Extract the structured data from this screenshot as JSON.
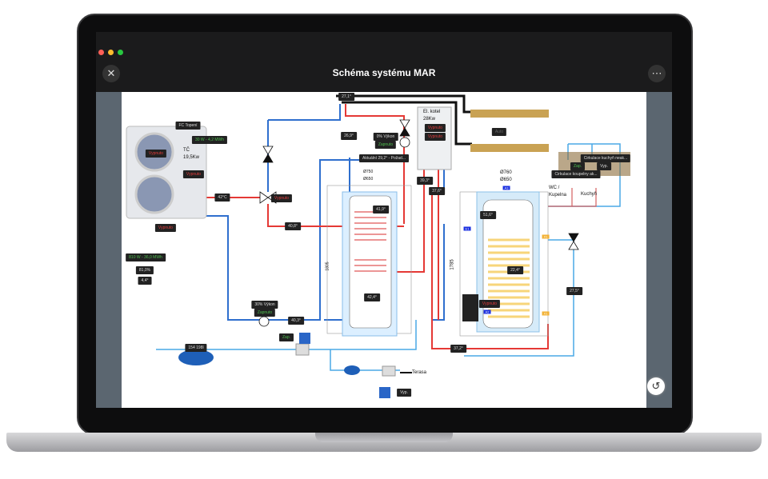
{
  "window": {
    "title": "Schéma systému MAR",
    "close_icon": "close-icon",
    "more_icon": "more-icon",
    "reset_icon": "rotate-ccw-icon"
  },
  "traffic_lights": {
    "red": "#ff5f57",
    "yellow": "#febc2e",
    "green": "#28c840"
  },
  "diagram": {
    "top_temp": "27,1°",
    "heat_pump": {
      "name": "FC Topení",
      "energy": "30 W - 4,2 MWh",
      "title": "TČ",
      "power": "19,5Kw",
      "state_1": "Vypnuto",
      "state_2": "Vypnuto",
      "state_3": "Vypnuto"
    },
    "heat_pump_stats": {
      "energy": "810 W - 36,0 MWh",
      "efficiency": "81,0%",
      "outdoor_temp": "4,4°"
    },
    "supply_temp": "42°C",
    "mix_valve_state": "Vypnuto",
    "return_temp": "40,8°",
    "temp_26": "26,9°",
    "pump_top": {
      "power": "0% Výkon",
      "state": "Zapnuto"
    },
    "setpoint": "Aktuální 29,2° - Požad...",
    "el_kotel": {
      "title": "El. kotel",
      "power": "28Kw",
      "state_1": "Vypnuto",
      "state_2": "Vypnuto"
    },
    "temp_39": "39,3°",
    "temp_37": "37,6°",
    "manifold_mode": "Auto",
    "circulation": {
      "kitchen": "Cirkulace kuchyň neak...",
      "on": "Zap.",
      "off": "Vyp.",
      "bathroom": "Cirkulace koupelny ak...",
      "wc_1": "WC /",
      "wc_2": "Kupelna",
      "kitchen_label": "Kuchyň"
    },
    "tank_left": {
      "d_outer": "Ø750",
      "d_inner": "Ø650",
      "height": "1805",
      "temp_top": "41,9°",
      "temp_bottom": "42,4°"
    },
    "tank_right": {
      "d_outer": "Ø760",
      "d_inner": "Ø650",
      "port_a3": "A3",
      "height": "1785",
      "temp_top": "51,6°",
      "temp_mid": "22,4°",
      "heater_state": "Vypnuto",
      "port_a2": "A2",
      "port_e1": "E1",
      "port_x1": "X1",
      "port_x2": "X1"
    },
    "temp_27": "27,5°",
    "temp_37b": "37,2°",
    "pump_bottom": {
      "power": "30% Výkon",
      "state": "Zapnuto"
    },
    "temp_40": "40,3°",
    "valve_main": "Zap.",
    "water_meter": "154 198l",
    "terrace": "Terasa",
    "valve_terrace": "Vyp."
  }
}
